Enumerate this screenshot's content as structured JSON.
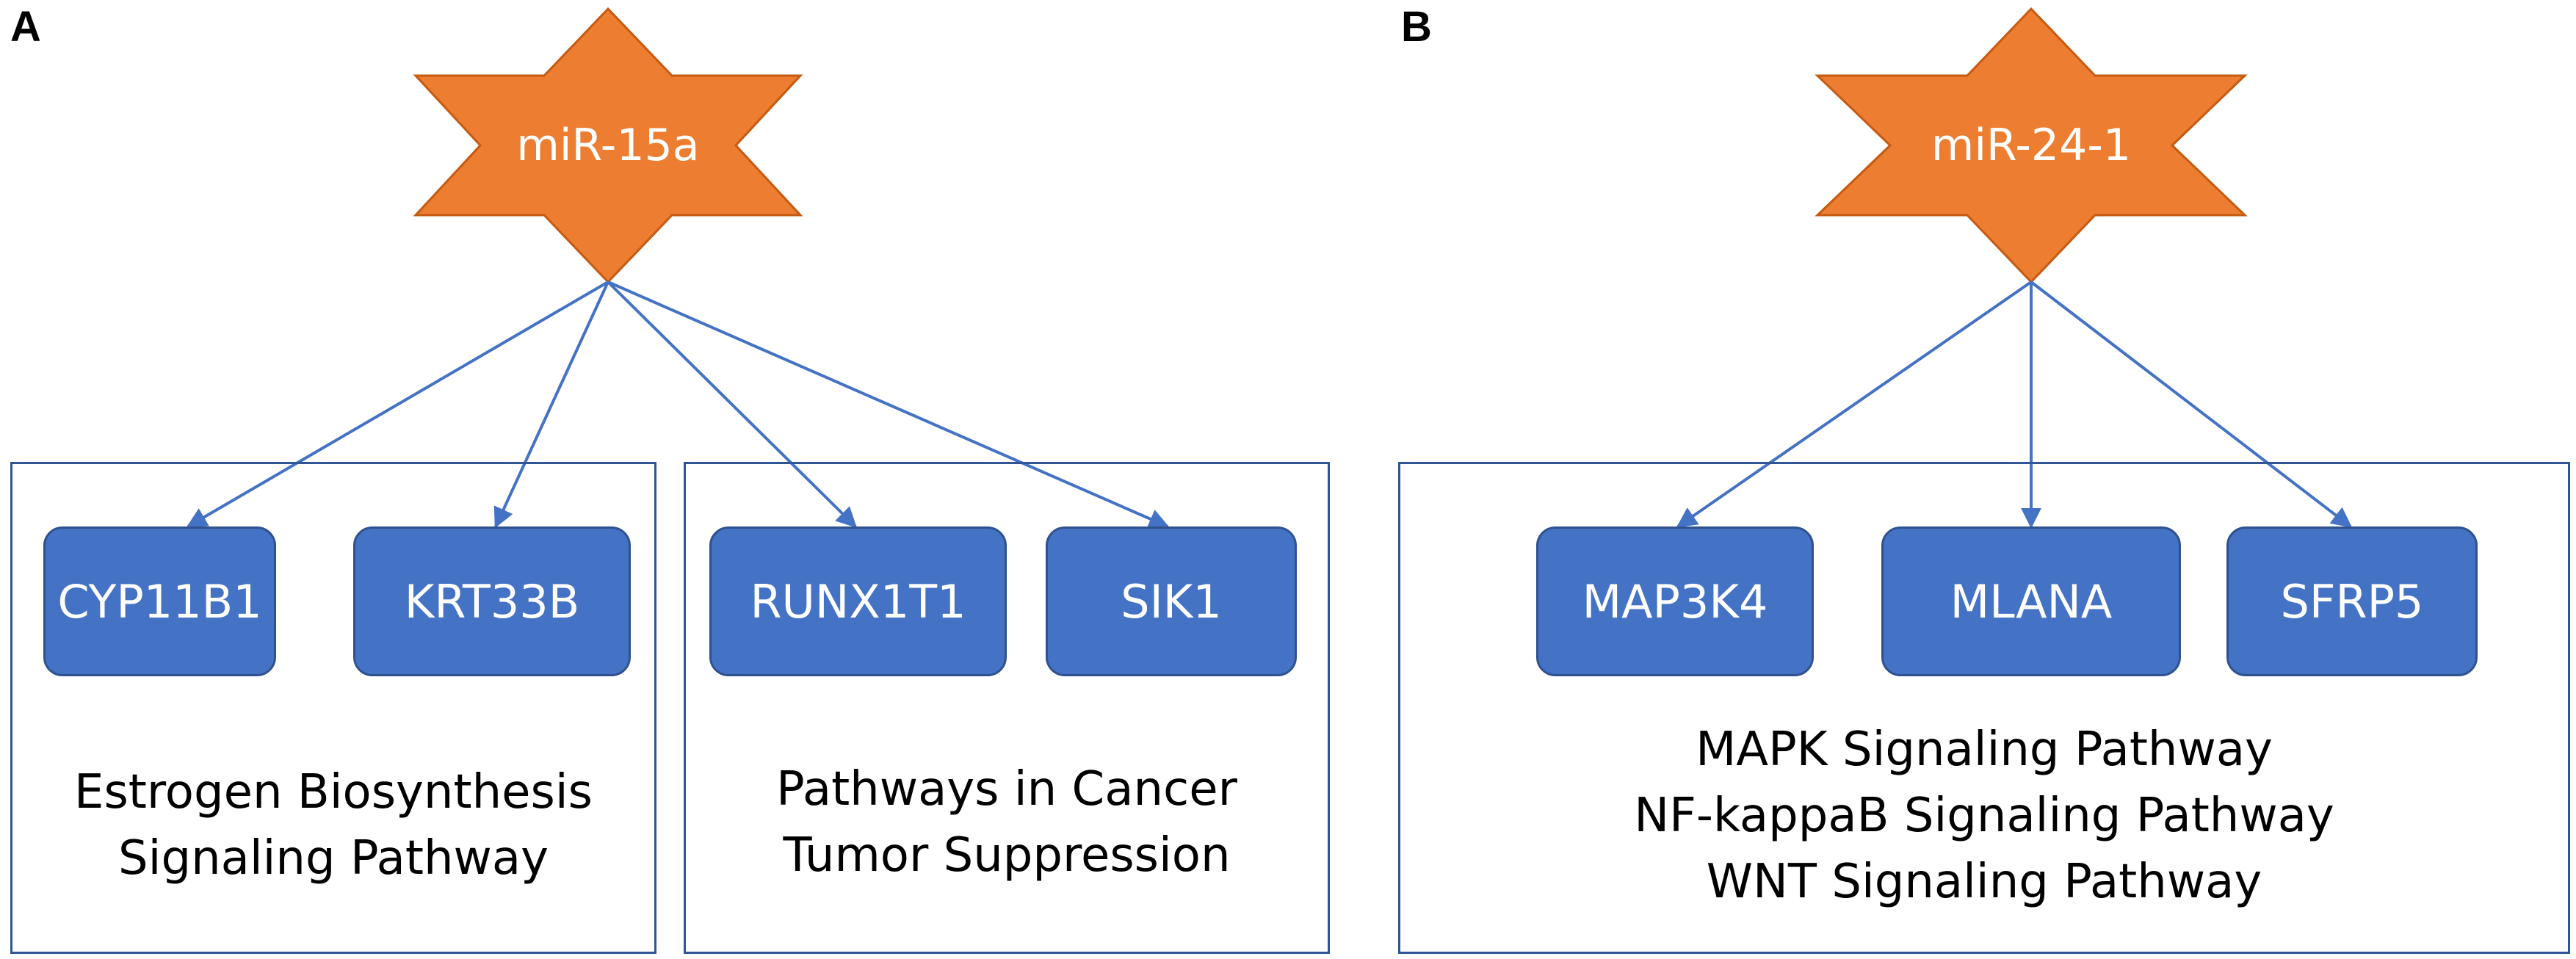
{
  "panels": [
    {
      "label": "A",
      "mirna": "miR-15a",
      "groups": [
        {
          "genes": [
            "CYP11B1",
            "KRT33B"
          ],
          "pathways": [
            "Estrogen Biosynthesis",
            "Signaling Pathway"
          ]
        },
        {
          "genes": [
            "RUNX1T1",
            "SIK1"
          ],
          "pathways": [
            "Pathways in Cancer",
            "Tumor Suppression"
          ]
        }
      ]
    },
    {
      "label": "B",
      "mirna": "miR-24-1",
      "groups": [
        {
          "genes": [
            "MAP3K4",
            "MLANA",
            "SFRP5"
          ],
          "pathways": [
            "MAPK Signaling Pathway",
            "NF-kappaB Signaling Pathway",
            "WNT Signaling Pathway"
          ]
        }
      ]
    }
  ],
  "colors": {
    "mirna_fill": "#ed7d31",
    "mirna_stroke": "#c55a11",
    "gene_fill": "#4472c4",
    "gene_stroke": "#2f528f",
    "arrow": "#4472c4",
    "box_border": "#2f5597"
  }
}
